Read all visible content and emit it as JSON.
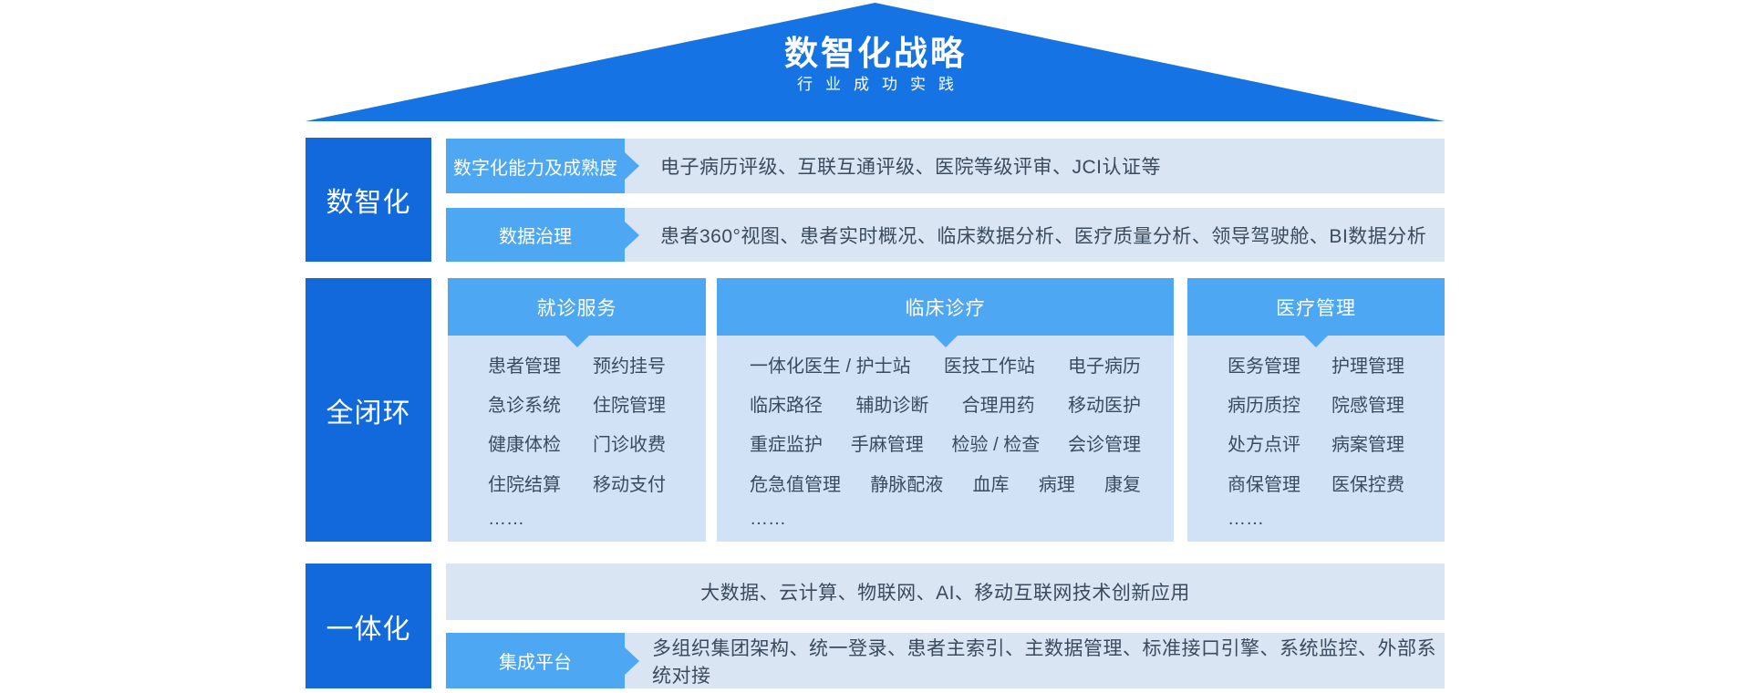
{
  "colors": {
    "roof_blue": "#1573E3",
    "block_blue": "#1269DB",
    "accent_blue": "#4EA7F2",
    "row_bg": "#D9E5F3",
    "panel_bg": "#D2E2F6",
    "text_dark": "#3A4B5E",
    "text_on_blue": "#FFFFFF"
  },
  "roof": {
    "title": "数智化战略",
    "subtitle": "行业成功实践"
  },
  "sections": {
    "digital": {
      "label": "数智化",
      "rows": [
        {
          "tag": "数字化能力及成熟度",
          "text": "电子病历评级、互联互通评级、医院等级评审、JCI认证等"
        },
        {
          "tag": "数据治理",
          "text": "患者360°视图、患者实时概况、临床数据分析、医疗质量分析、领导驾驶舱、BI数据分析"
        }
      ]
    },
    "closedloop": {
      "label": "全闭环",
      "columns": [
        {
          "header": "就诊服务",
          "rows": [
            [
              "患者管理",
              "预约挂号"
            ],
            [
              "急诊系统",
              "住院管理"
            ],
            [
              "健康体检",
              "门诊收费"
            ],
            [
              "住院结算",
              "移动支付"
            ],
            [
              "……"
            ]
          ]
        },
        {
          "header": "临床诊疗",
          "rows": [
            [
              "一体化医生 / 护士站",
              "医技工作站",
              "电子病历"
            ],
            [
              "临床路径",
              "辅助诊断",
              "合理用药",
              "移动医护"
            ],
            [
              "重症监护",
              "手麻管理",
              "检验 / 检查",
              "会诊管理"
            ],
            [
              "危急值管理",
              "静脉配液",
              "血库",
              "病理",
              "康复"
            ],
            [
              "……"
            ]
          ]
        },
        {
          "header": "医疗管理",
          "rows": [
            [
              "医务管理",
              "护理管理"
            ],
            [
              "病历质控",
              "院感管理"
            ],
            [
              "处方点评",
              "病案管理"
            ],
            [
              "商保管理",
              "医保控费"
            ],
            [
              "……"
            ]
          ]
        }
      ]
    },
    "integrated": {
      "label": "一体化",
      "tech_text": "大数据、云计算、物联网、AI、移动互联网技术创新应用",
      "platform": {
        "tag": "集成平台",
        "text": "多组织集团架构、统一登录、患者主索引、主数据管理、标准接口引擎、系统监控、外部系统对接"
      }
    }
  }
}
